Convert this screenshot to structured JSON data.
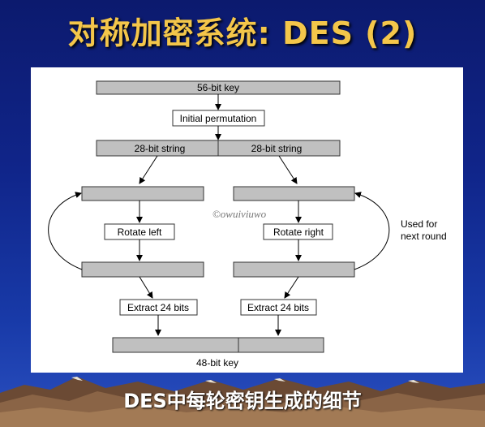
{
  "slide": {
    "title": "对称加密系统: DES (2)",
    "caption": "DES中每轮密钥生成的细节"
  },
  "diagram": {
    "top_key": "56-bit key",
    "initial_perm": "Initial permutation",
    "left_string": "28-bit string",
    "right_string": "28-bit string",
    "rotate_left": "Rotate left",
    "rotate_right": "Rotate right",
    "extract_left": "Extract 24 bits",
    "extract_right": "Extract 24 bits",
    "bottom_key": "48-bit key",
    "loop_note_line1": "Used for",
    "loop_note_line2": "next round",
    "watermark": "©owuiviuwo"
  },
  "colors": {
    "title": "#f4c64a",
    "background_top": "#0c1a6e",
    "background_bottom": "#2a4fc0",
    "box_fill": "#c0c0c0"
  }
}
